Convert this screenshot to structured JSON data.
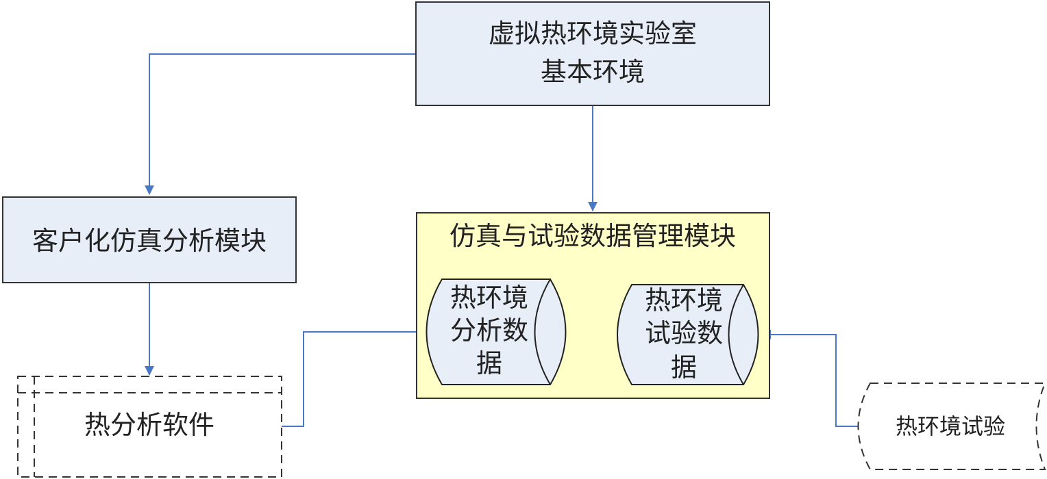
{
  "colors": {
    "box_fill": "#e8eef8",
    "box_stroke": "#333333",
    "module_fill": "#ffffc8",
    "connector": "#4a78c4",
    "text": "#222222"
  },
  "nodes": {
    "lab_env": {
      "lines": [
        "虚拟热环境实验室",
        "基本环境"
      ]
    },
    "sim_module": {
      "lines": [
        "客户化仿真分析模块"
      ]
    },
    "data_module": {
      "title": "仿真与试验数据管理模块"
    },
    "analysis_data": {
      "lines": [
        "热环境",
        "分析数",
        "据"
      ]
    },
    "test_data": {
      "lines": [
        "热环境",
        "试验数",
        "据"
      ]
    },
    "thermal_software": {
      "lines": [
        "热分析软件"
      ]
    },
    "thermal_test": {
      "lines": [
        "热环境试验"
      ]
    }
  },
  "edges": [
    {
      "from": "lab_env",
      "to": "sim_module"
    },
    {
      "from": "lab_env",
      "to": "data_module"
    },
    {
      "from": "sim_module",
      "to": "thermal_software"
    },
    {
      "from": "thermal_software",
      "to": "analysis_data"
    },
    {
      "from": "thermal_test",
      "to": "test_data"
    }
  ]
}
